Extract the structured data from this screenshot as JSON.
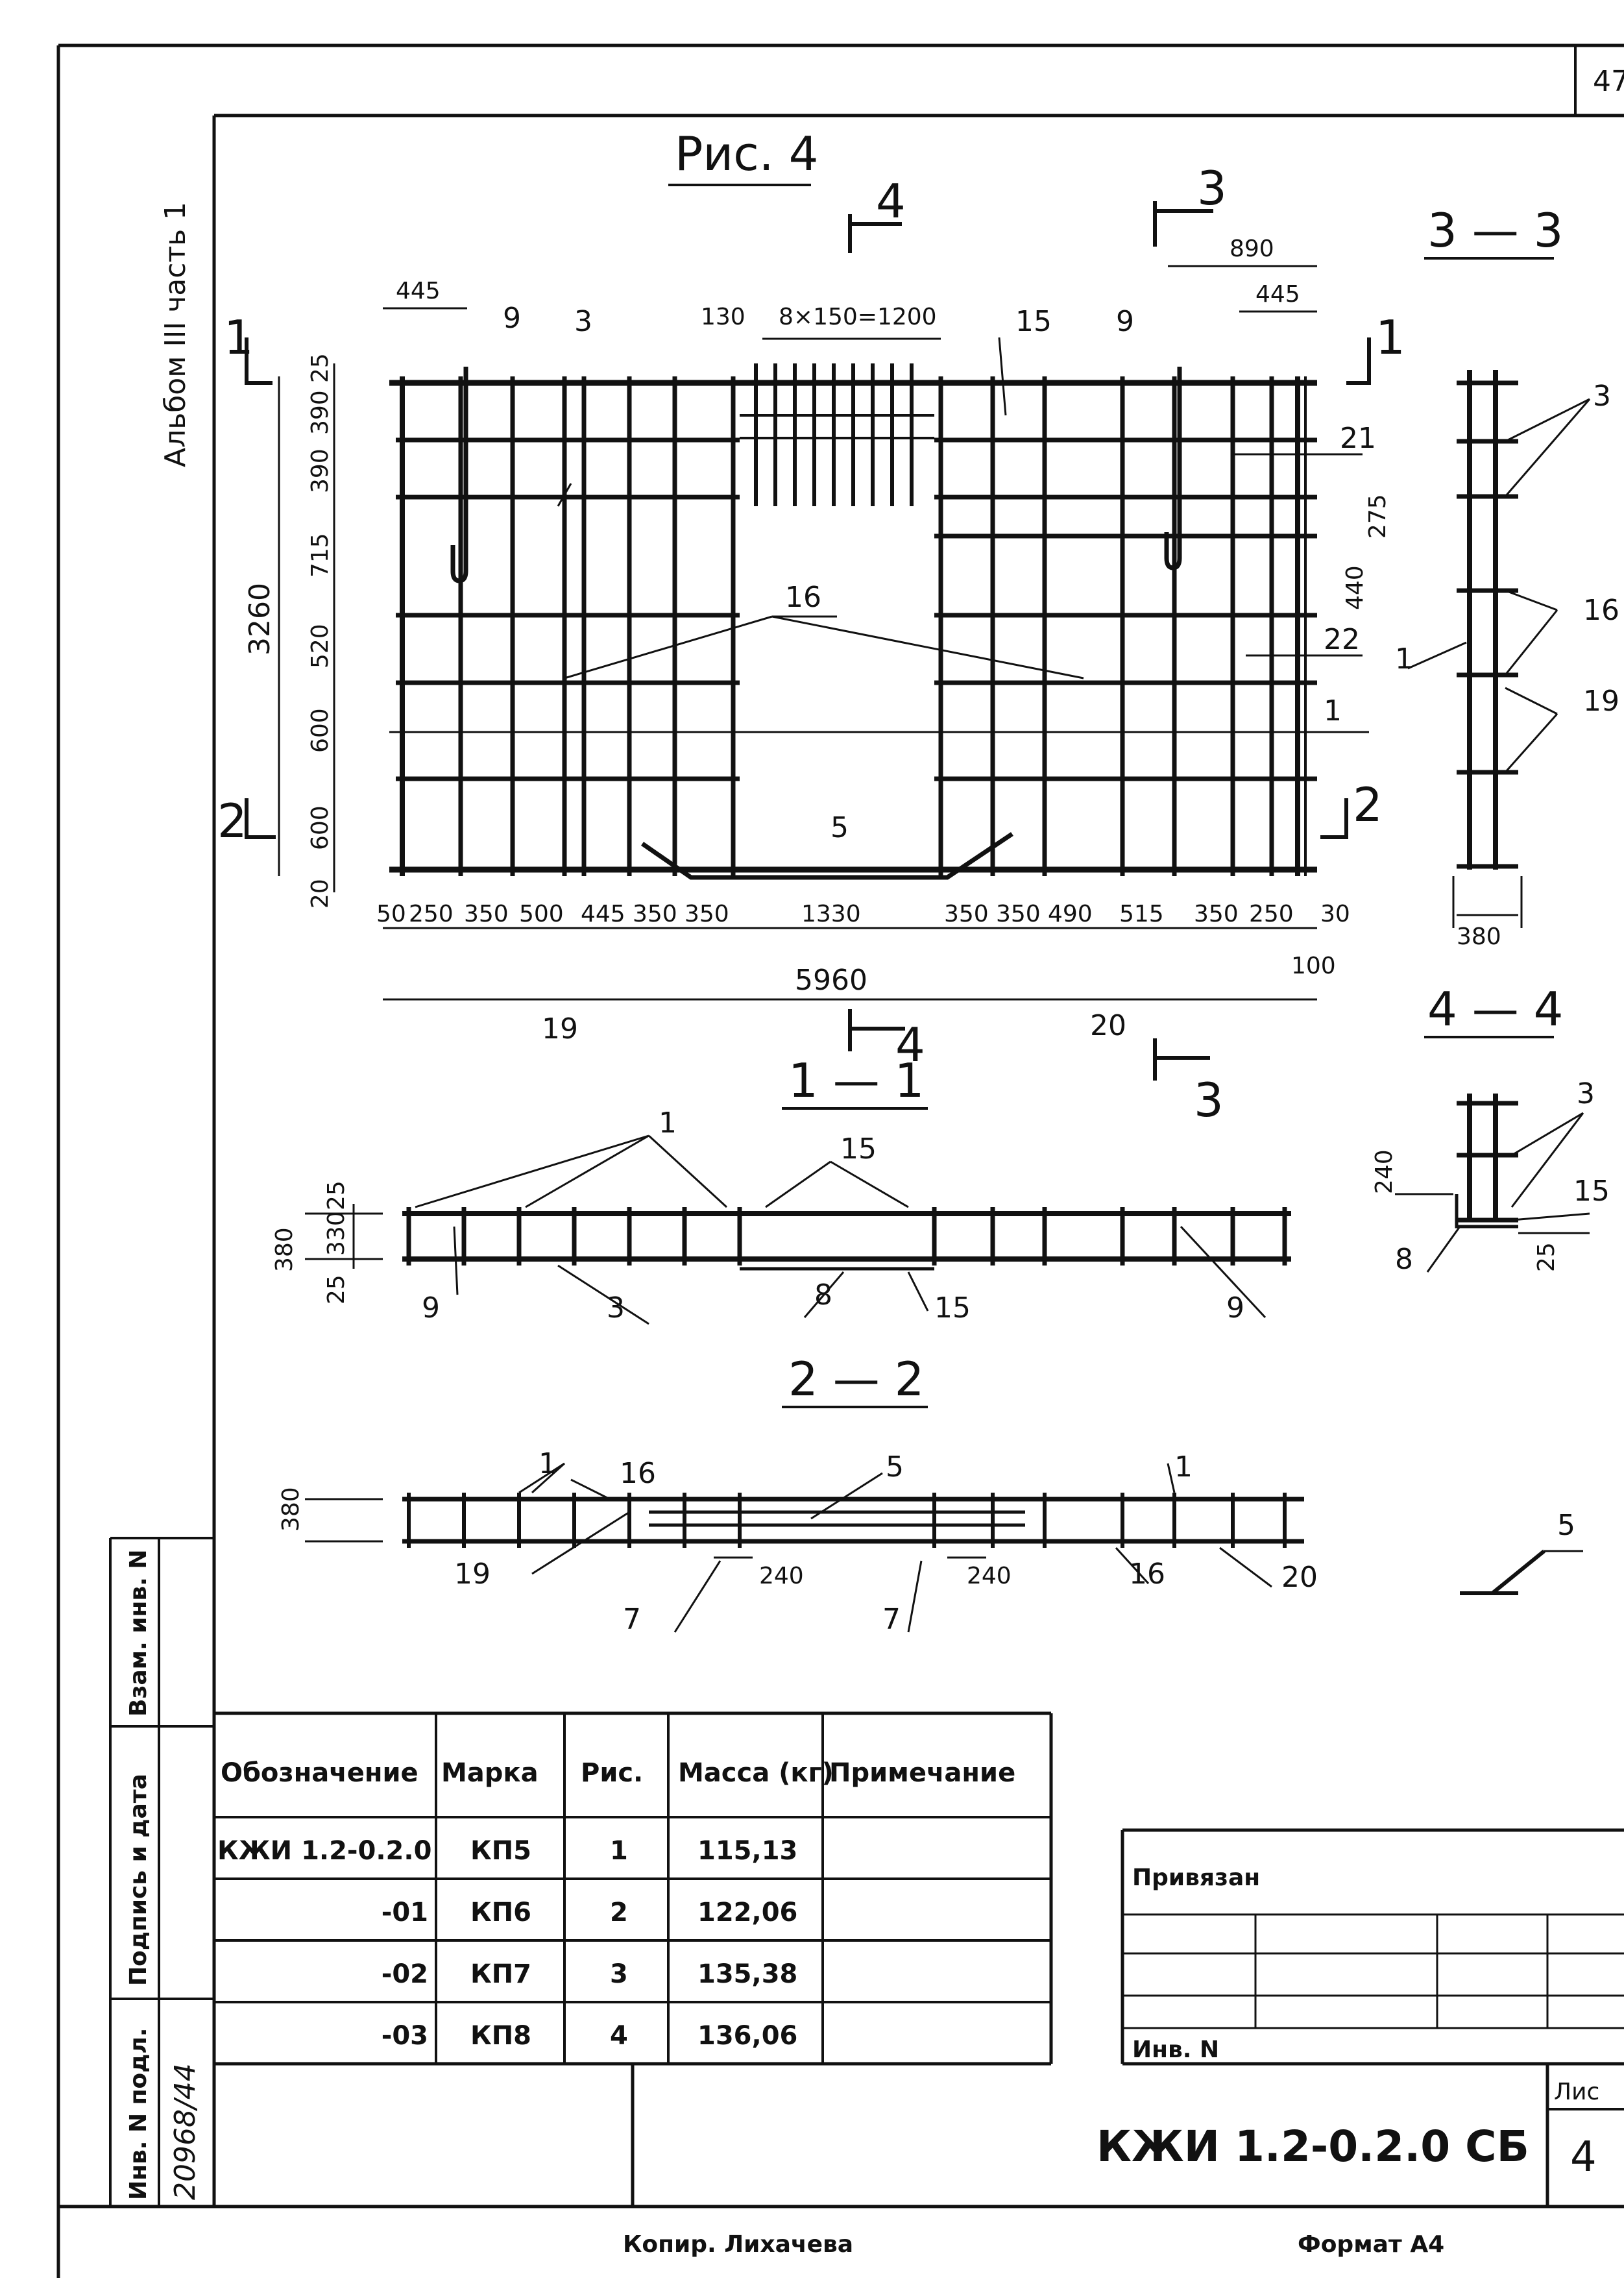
{
  "sheet_corner": "47",
  "side_title": "Альбом III часть 1",
  "fig_title": "Рис. 4",
  "sections": {
    "s11": "1 — 1",
    "s22": "2 — 2",
    "s33": "3 — 3",
    "s44": "4 — 4"
  },
  "cut_marks": {
    "c1": "1",
    "c2": "2",
    "c3": "3",
    "c4": "4"
  },
  "plan_dims": {
    "top": [
      "445",
      "130",
      "8×150=1200",
      "890",
      "445"
    ],
    "left": [
      "25",
      "390",
      "390",
      "715",
      "520",
      "600",
      "600",
      "20"
    ],
    "total_h": "3260",
    "right": [
      "275",
      "440"
    ],
    "bottom": [
      "50",
      "250",
      "350",
      "500",
      "445",
      "350",
      "350",
      "1330",
      "350",
      "350",
      "490",
      "515",
      "350",
      "250",
      "30"
    ],
    "extra": "100",
    "total_w": "5960"
  },
  "plan_positions": [
    "9",
    "3",
    "15",
    "9",
    "21",
    "16",
    "22",
    "1",
    "5",
    "19",
    "20"
  ],
  "section11": {
    "dims": [
      "380",
      "25",
      "330",
      "25"
    ],
    "positions": [
      "1",
      "15",
      "9",
      "3",
      "8",
      "15",
      "9"
    ]
  },
  "section22": {
    "dims": [
      "380",
      "240",
      "240"
    ],
    "positions": [
      "1",
      "16",
      "5",
      "1",
      "19",
      "7",
      "7",
      "16",
      "20"
    ]
  },
  "section33": {
    "width": "380",
    "positions": [
      "3",
      "1",
      "16",
      "19"
    ]
  },
  "section44": {
    "dims": [
      "240",
      "25"
    ],
    "positions": [
      "3",
      "15",
      "8"
    ]
  },
  "detail5": "5",
  "stamp_cols": [
    "Инв. N подл.",
    "Подпись и дата",
    "Взам. инв. N"
  ],
  "inv_number": "20968/44",
  "spec_table": {
    "headers": [
      "Обозначение",
      "Марка",
      "Рис.",
      "Масса (кг)",
      "Примечание"
    ],
    "rows": [
      [
        "КЖИ 1.2-0.2.0",
        "КП5",
        "1",
        "115,13",
        ""
      ],
      [
        "-01",
        "КП6",
        "2",
        "122,06",
        ""
      ],
      [
        "-02",
        "КП7",
        "3",
        "135,38",
        ""
      ],
      [
        "-03",
        "КП8",
        "4",
        "136,06",
        ""
      ]
    ]
  },
  "privyazan": "Привязан",
  "inv_label": "Инв. N",
  "doc_code": "КЖИ 1.2-0.2.0 СБ",
  "list_label": "Лис",
  "list_number": "4",
  "copier": "Копир. Лихачева",
  "format": "Формат А4"
}
